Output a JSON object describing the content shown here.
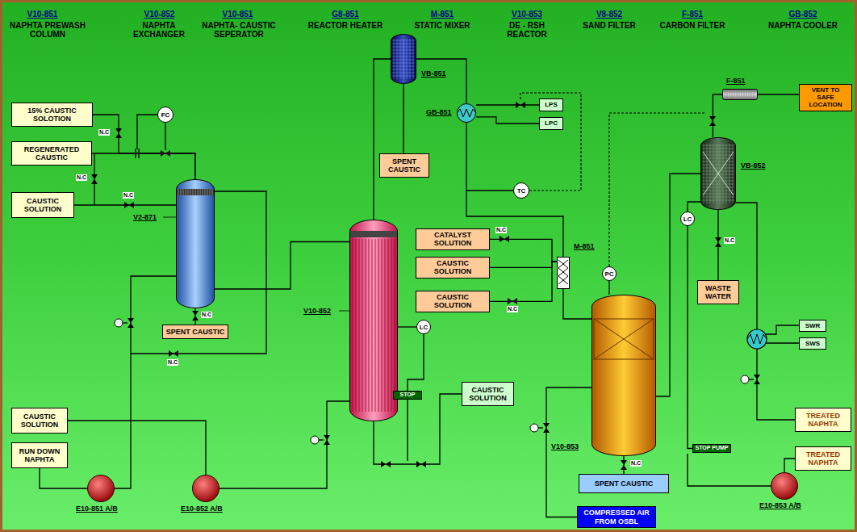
{
  "diagram": {
    "nodes": [
      {
        "text": [
          "15% CAUSTIC SOLOTION"
        ]
      },
      {
        "text": [
          "REGENERATED CAUSTIC"
        ]
      },
      {
        "text": [
          "CAUSTIC SOLUTION"
        ]
      },
      {
        "text": [
          "V2-871"
        ]
      },
      {
        "text": [
          "SPENT CAUSTIC"
        ]
      },
      {
        "text": [
          "CAUSTIC SOLUTION"
        ]
      },
      {
        "text": [
          "RUN DOWN NAPHTA"
        ]
      },
      {
        "text": [
          "E10-851 A/B"
        ]
      },
      {
        "text": [
          "E10-852 A/B"
        ]
      },
      {
        "text": [
          "V10-852"
        ]
      },
      {
        "text": [
          "VB-851"
        ]
      },
      {
        "text": [
          "SPENT CAUSTIC"
        ]
      },
      {
        "text": [
          "GB-851"
        ]
      },
      {
        "text": [
          "LPS"
        ]
      },
      {
        "text": [
          "LPC"
        ]
      },
      {
        "text": [
          "CATALYST SOLUTION"
        ]
      },
      {
        "text": [
          "CAUSTIC SOLUTION"
        ]
      },
      {
        "text": [
          "CAUSTIC SOLUTION"
        ]
      },
      {
        "text": [
          "M-851"
        ]
      },
      {
        "text": [
          "CAUSTIC SOLUTION"
        ]
      },
      {
        "text": [
          "STOP"
        ]
      },
      {
        "text": [
          "V10-853"
        ]
      },
      {
        "text": [
          "SPENT CAUSTIC"
        ]
      },
      {
        "text": [
          "COMPRESSED AIR FROM OSBL"
        ]
      },
      {
        "text": [
          "F-851"
        ]
      },
      {
        "text": [
          "VENT TO SAFE LOCATION"
        ]
      },
      {
        "text": [
          "VB-852"
        ]
      },
      {
        "text": [
          "WASTE WATER"
        ]
      },
      {
        "text": [
          "SWR"
        ]
      },
      {
        "text": [
          "SWS"
        ]
      },
      {
        "text": [
          "TREATED NAPHTA"
        ]
      },
      {
        "text": [
          "TREATED NAPHTA"
        ]
      },
      {
        "text": [
          "STOP PUMP"
        ]
      },
      {
        "text": [
          "E10-853 A/B"
        ]
      },
      {
        "text": [
          "FC"
        ]
      },
      {
        "text": [
          "TC"
        ]
      },
      {
        "text": [
          "LC"
        ]
      },
      {
        "text": [
          "PC"
        ]
      },
      {
        "text": [
          "LC"
        ]
      }
    ],
    "edges": [
      {
        "from": 0,
        "to": 3,
        "arrow": "none"
      },
      {
        "from": 1,
        "to": 3,
        "arrow": "none"
      },
      {
        "from": 3,
        "to": 2,
        "arrow": "none"
      },
      {
        "from": 3,
        "to": 4,
        "arrow": "none"
      },
      {
        "from": 6,
        "to": 7,
        "arrow": "none"
      },
      {
        "from": 5,
        "to": 8,
        "arrow": "none"
      },
      {
        "from": 7,
        "to": 3,
        "arrow": "none"
      },
      {
        "from": 3,
        "to": 9,
        "arrow": "none"
      },
      {
        "from": 8,
        "to": 9,
        "arrow": "none"
      },
      {
        "from": 9,
        "to": 10,
        "arrow": "none"
      },
      {
        "from": 10,
        "to": 11,
        "arrow": "none"
      },
      {
        "from": 10,
        "to": 12,
        "arrow": "none"
      },
      {
        "from": 13,
        "to": 12,
        "arrow": "none"
      },
      {
        "from": 12,
        "to": 14,
        "arrow": "none"
      },
      {
        "from": 12,
        "to": 18,
        "arrow": "none"
      },
      {
        "from": 15,
        "to": 18,
        "arrow": "none"
      },
      {
        "from": 16,
        "to": 18,
        "arrow": "none"
      },
      {
        "from": 17,
        "to": 18,
        "arrow": "none"
      },
      {
        "from": 18,
        "to": 21,
        "arrow": "none"
      },
      {
        "from": 23,
        "to": 21,
        "arrow": "none"
      },
      {
        "from": 21,
        "to": 22,
        "arrow": "none"
      },
      {
        "from": 21,
        "to": 26,
        "arrow": "none"
      },
      {
        "from": 26,
        "to": 24,
        "arrow": "none"
      },
      {
        "from": 24,
        "to": 25,
        "arrow": "none"
      },
      {
        "from": 26,
        "to": 27,
        "arrow": "none"
      },
      {
        "from": 26,
        "to": 30,
        "arrow": "none"
      },
      {
        "from": 33,
        "to": 31,
        "arrow": "none"
      },
      {
        "from": 9,
        "to": 19,
        "arrow": "none"
      },
      {
        "from": 36,
        "to": 20,
        "arrow": "none"
      },
      {
        "from": 38,
        "to": 32,
        "arrow": "none"
      }
    ],
    "labels": [
      "V10-851",
      "NAPHTA PREWASH COLUMN",
      "V10-852",
      "NAPHTA EXCHANGER",
      "V10-851",
      "NAPHTA- CAUSTIC SEPERATOR",
      "G8-851",
      "REACTOR HEATER",
      "M-851",
      "STATIC MIXER",
      "V10-853",
      "DE - RSH REACTOR",
      "V8-852",
      "SAND FILTER",
      "F-851",
      "CARBON FILTER",
      "GB-852",
      "NAPHTA COOLER",
      "N.C",
      "N.C",
      "N.C",
      "N.C",
      "N.C",
      "N.C",
      "N.C",
      "N.C",
      "N.C"
    ]
  }
}
